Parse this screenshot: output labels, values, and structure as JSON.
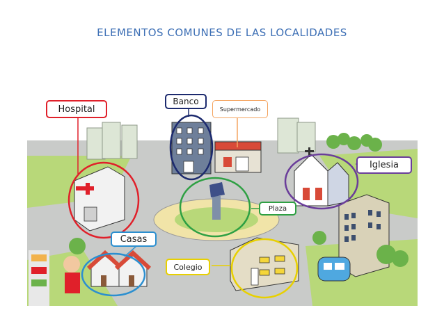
{
  "page": {
    "title": "ELEMENTOS COMUNES DE LAS LOCALIDADES"
  },
  "labels": {
    "hospital": "Hospital",
    "banco": "Banco",
    "supermercado": "Supermercado",
    "iglesia": "Iglesia",
    "plaza": "Plaza",
    "casas": "Casas",
    "colegio": "Colegio"
  },
  "colors": {
    "title": "#3d6fb5",
    "hospital": "#e0202a",
    "banco": "#1c2a6e",
    "supermercado": "#f4a460",
    "iglesia": "#6a3d9a",
    "plaza": "#2ea043",
    "casas": "#2b8fd0",
    "colegio": "#e8d000"
  }
}
